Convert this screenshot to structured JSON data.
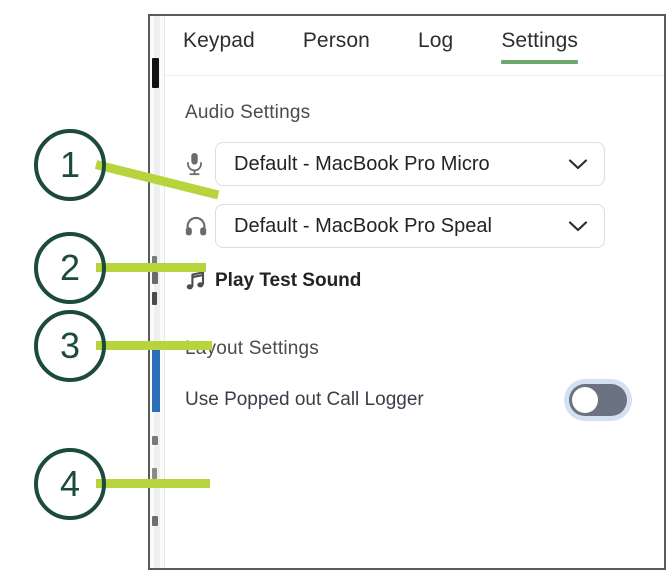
{
  "panel": {
    "tabs": [
      {
        "label": "Keypad",
        "active": false
      },
      {
        "label": "Person",
        "active": false
      },
      {
        "label": "Log",
        "active": false
      },
      {
        "label": "Settings",
        "active": true
      }
    ],
    "audio_section": {
      "title": "Audio Settings",
      "microphone": {
        "icon": "microphone-icon",
        "value": "Default - MacBook Pro Micro",
        "chevron": "chevron-down-icon"
      },
      "speaker": {
        "icon": "headphones-icon",
        "value": "Default - MacBook Pro Speal",
        "chevron": "chevron-down-icon"
      },
      "test_sound": {
        "icon": "music-note-icon",
        "label": "Play Test Sound"
      }
    },
    "layout_section": {
      "title": "Layout Settings",
      "popped_out_logger": {
        "label": "Use Popped out Call Logger",
        "toggle_state": "off"
      }
    }
  },
  "callouts": [
    {
      "number": "1"
    },
    {
      "number": "2"
    },
    {
      "number": "3"
    },
    {
      "number": "4"
    }
  ],
  "colors": {
    "active_tab_underline": "#6ca86e",
    "callout_circle": "#1d4a3e",
    "callout_line": "#b7d43c",
    "toggle_track": "#6b7280",
    "panel_border": "#5a5a5a"
  }
}
